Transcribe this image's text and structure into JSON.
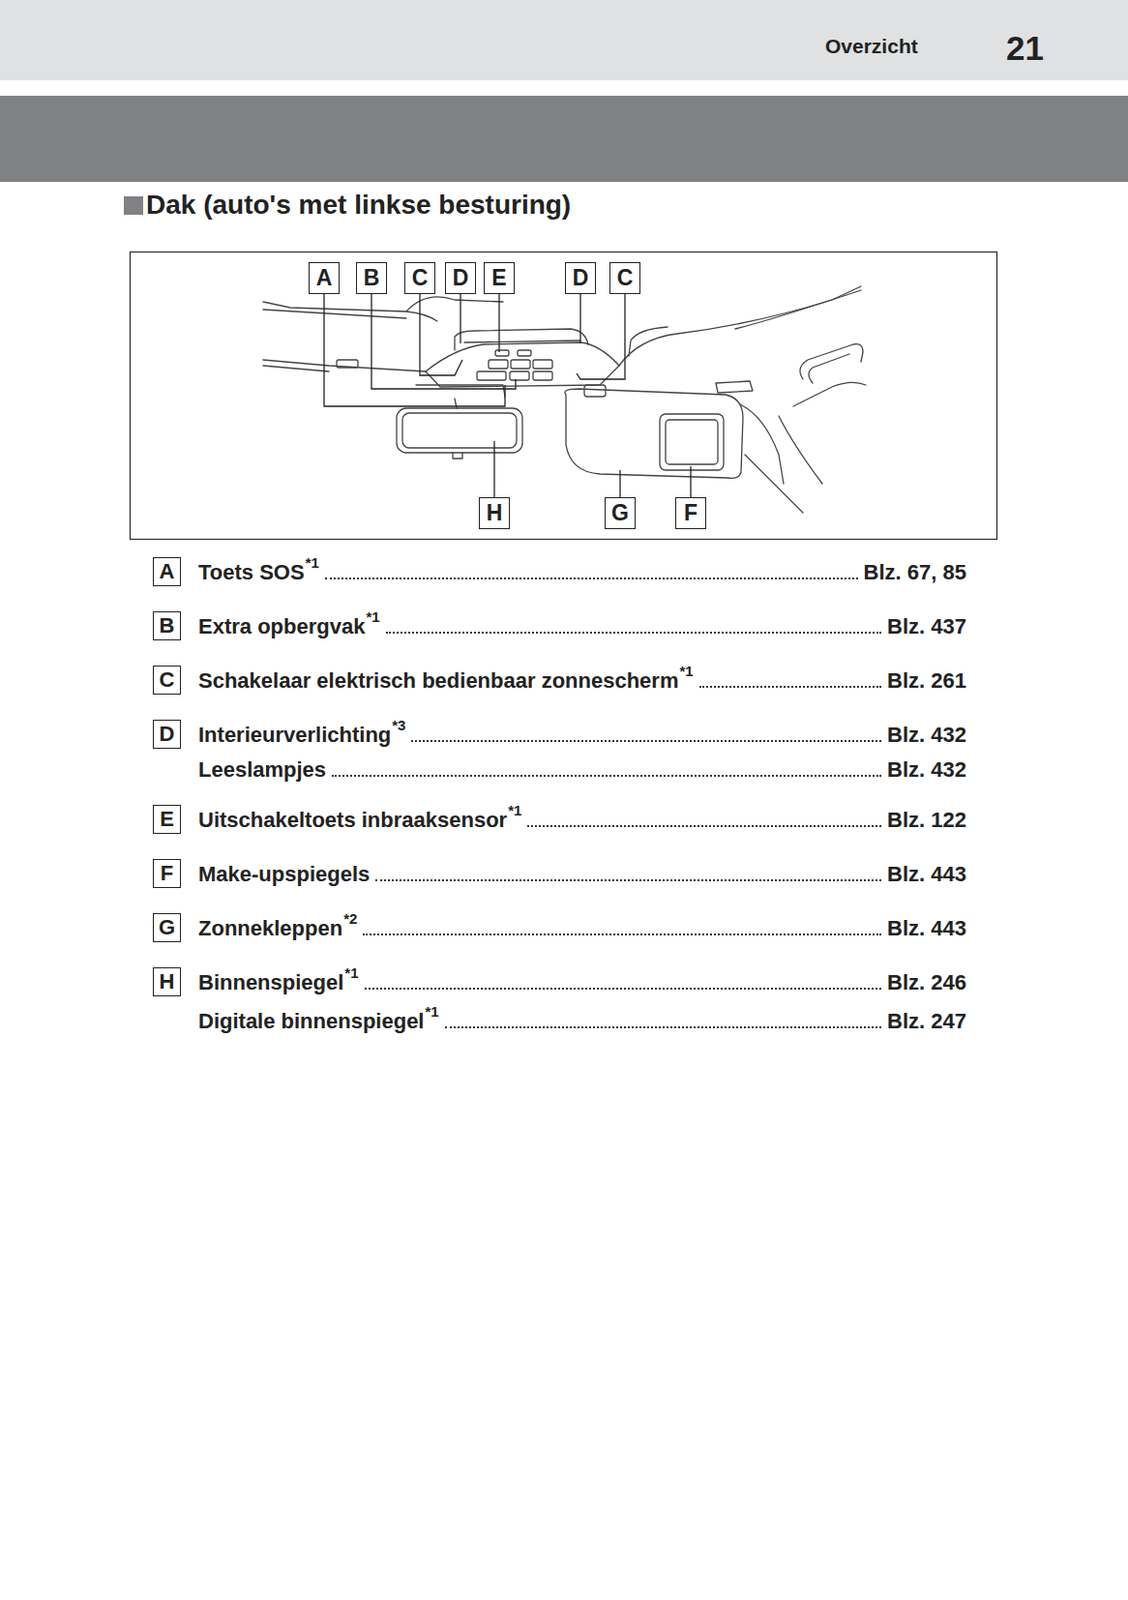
{
  "diagram": {
    "title": "Dak (auto's met linkse besturing)",
    "labels": [
      "Overzicht",
      "21",
      "A",
      "B",
      "C",
      "D",
      "E",
      "D",
      "C",
      "H",
      "G",
      "F",
      "A",
      "Toets SOS",
      "*1",
      "Blz. 67, 85",
      "B",
      "Extra opbergvak",
      "*1",
      "Blz. 437",
      "C",
      "Schakelaar elektrisch bedienbaar zonnescherm",
      "*1",
      "Blz. 261",
      "D",
      "Interieurverlichting",
      "*3",
      "Blz. 432",
      "Leeslampjes",
      "Blz. 432",
      "E",
      "Uitschakeltoets inbraaksensor",
      "*1",
      "Blz. 122",
      "F",
      "Make-upspiegels",
      "Blz. 443",
      "G",
      "Zonnekleppen",
      "*2",
      "Blz. 443",
      "H",
      "Binnenspiegel",
      "*1",
      "Blz. 246",
      "Digitale binnenspiegel",
      "*1",
      "Blz. 247"
    ]
  }
}
